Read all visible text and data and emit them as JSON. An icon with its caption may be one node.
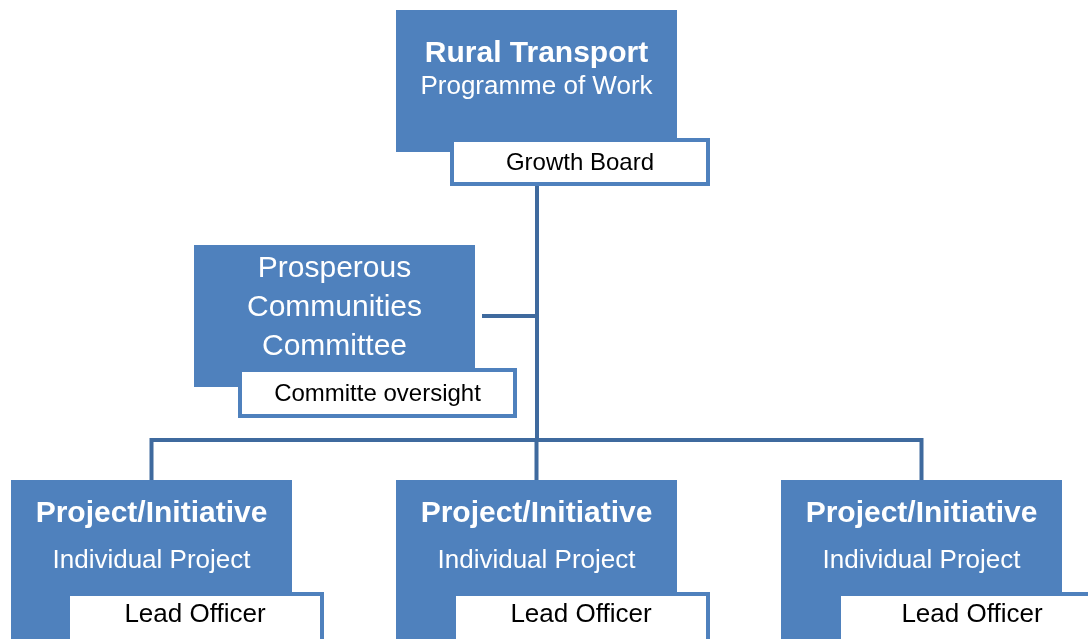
{
  "diagram": {
    "nodes": [
      {
        "text": [
          "Rural Transport",
          "Programme of Work"
        ]
      },
      {
        "text": [
          "Growth Board"
        ]
      },
      {
        "text": [
          "Prosperous Communities Committee"
        ]
      },
      {
        "text": [
          "Committe oversight"
        ]
      },
      {
        "text": [
          "Project/Initiative",
          "Individual Project"
        ]
      },
      {
        "text": [
          "Lead Officer"
        ]
      },
      {
        "text": [
          "Project/Initiative",
          "Individual Project"
        ]
      },
      {
        "text": [
          "Lead Officer"
        ]
      },
      {
        "text": [
          "Project/Initiative",
          "Individual Project"
        ]
      },
      {
        "text": [
          "Lead Officer"
        ]
      }
    ],
    "edges": [
      {
        "from": 1,
        "to": 2,
        "arrow": "none"
      },
      {
        "from": 1,
        "to": 4,
        "arrow": "none"
      },
      {
        "from": 1,
        "to": 6,
        "arrow": "none"
      },
      {
        "from": 1,
        "to": 8,
        "arrow": "none"
      }
    ]
  }
}
